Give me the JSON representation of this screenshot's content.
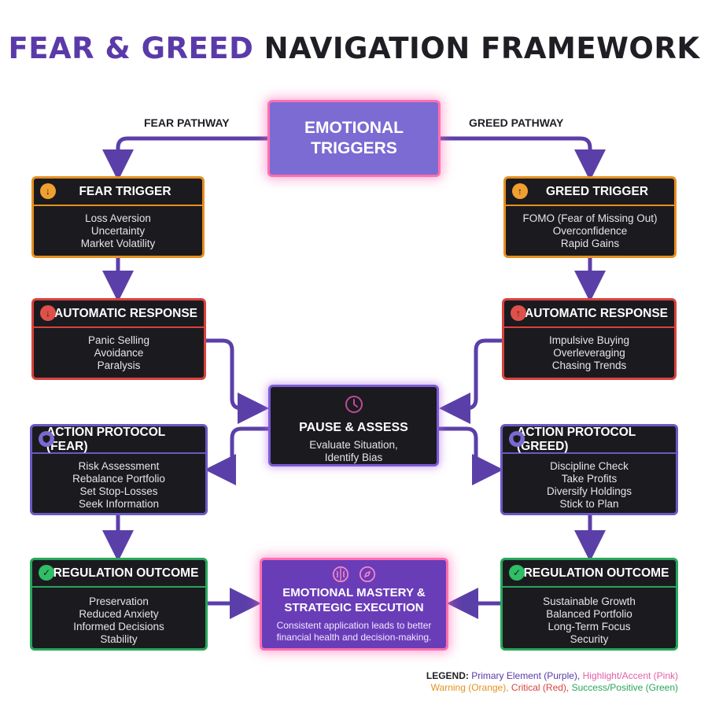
{
  "title": {
    "part1": "FEAR & GREED",
    "part2": "NAVIGATION FRAMEWORK"
  },
  "labels": {
    "fear_pathway": "FEAR PATHWAY",
    "greed_pathway": "GREED PATHWAY"
  },
  "center_trigger": {
    "line1": "EMOTIONAL",
    "line2": "TRIGGERS"
  },
  "fear": {
    "trigger": {
      "icon": "arrow-down-icon",
      "title": "FEAR TRIGGER",
      "items": [
        "Loss Aversion",
        "Uncertainty",
        "Market Volatility"
      ]
    },
    "response": {
      "icon": "arrow-down-icon",
      "title": "AUTOMATIC RESPONSE",
      "items": [
        "Panic Selling",
        "Avoidance",
        "Paralysis"
      ]
    },
    "protocol": {
      "icon": "shield-icon",
      "title": "ACTION PROTOCOL (FEAR)",
      "items": [
        "Risk Assessment",
        "Rebalance Portfolio",
        "Set Stop-Losses",
        "Seek Information"
      ]
    },
    "outcome": {
      "icon": "check-icon",
      "title": "REGULATION OUTCOME",
      "items": [
        "Preservation",
        "Reduced Anxiety",
        "Informed Decisions",
        "Stability"
      ]
    }
  },
  "greed": {
    "trigger": {
      "icon": "arrow-up-icon",
      "title": "GREED TRIGGER",
      "items": [
        "FOMO (Fear of Missing Out)",
        "Overconfidence",
        "Rapid Gains"
      ]
    },
    "response": {
      "icon": "arrow-up-icon",
      "title": "AUTOMATIC RESPONSE",
      "items": [
        "Impulsive Buying",
        "Overleveraging",
        "Chasing Trends"
      ]
    },
    "protocol": {
      "icon": "shield-icon",
      "title": "ACTION PROTOCOL (GREED)",
      "items": [
        "Discipline Check",
        "Take Profits",
        "Diversify Holdings",
        "Stick to Plan"
      ]
    },
    "outcome": {
      "icon": "check-icon",
      "title": "REGULATION OUTCOME",
      "items": [
        "Sustainable Growth",
        "Balanced Portfolio",
        "Long-Term Focus",
        "Security"
      ]
    }
  },
  "pause": {
    "icon": "clock-icon",
    "title": "PAUSE & ASSESS",
    "line1": "Evaluate Situation,",
    "line2": "Identify Bias"
  },
  "mastery": {
    "icons": [
      "brain-icon",
      "compass-icon"
    ],
    "title1": "EMOTIONAL MASTERY &",
    "title2": "STRATEGIC EXECUTION",
    "line1": "Consistent application leads to better",
    "line2": "financial health and decision-making."
  },
  "legend": {
    "heading": "LEGEND:",
    "primary": "Primary Element (Purple),",
    "highlight": "Highlight/Accent (Pink)",
    "warning": "Warning (Orange),",
    "critical": "Critical (Red),",
    "success": "Success/Positive (Green)"
  },
  "colors": {
    "primary": "#5a3aa8",
    "highlight": "#ff6fb0",
    "warning": "#e6901f",
    "critical": "#d8423c",
    "success": "#27a65a",
    "arrow": "#5b3fa8"
  }
}
